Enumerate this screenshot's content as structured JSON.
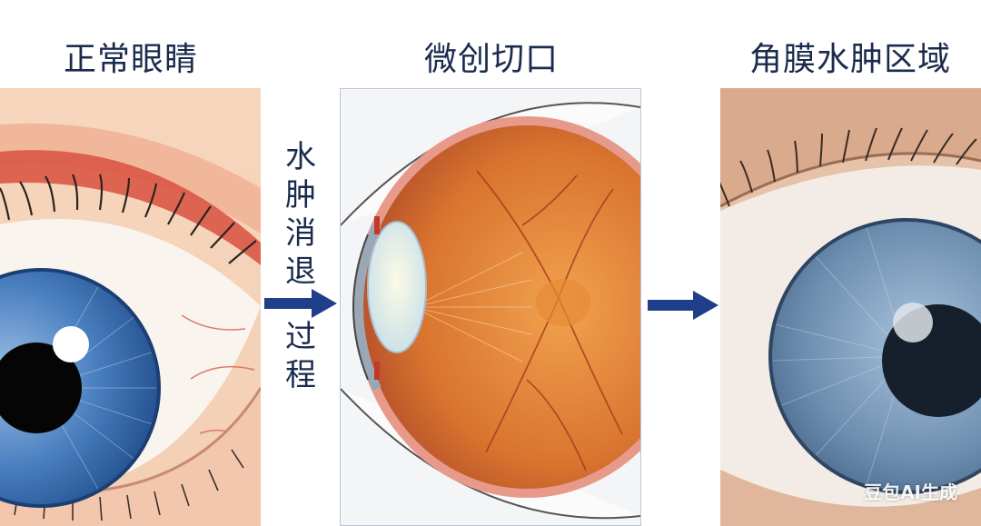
{
  "panels": {
    "normal": {
      "title": "正常眼睛"
    },
    "incision": {
      "title": "微创切口"
    },
    "edema": {
      "title": "角膜水肿区域"
    }
  },
  "process_label": {
    "chars_top": [
      "水",
      "肿",
      "消",
      "退"
    ],
    "chars_bottom": [
      "过",
      "程"
    ]
  },
  "watermark": "豆包AI生成",
  "colors": {
    "title_text": "#1a2b4d",
    "arrow": "#1f3f8a",
    "iris_normal": "#3f73b4",
    "iris_edema": "#6f8fb0",
    "globe": "#d9742f"
  }
}
